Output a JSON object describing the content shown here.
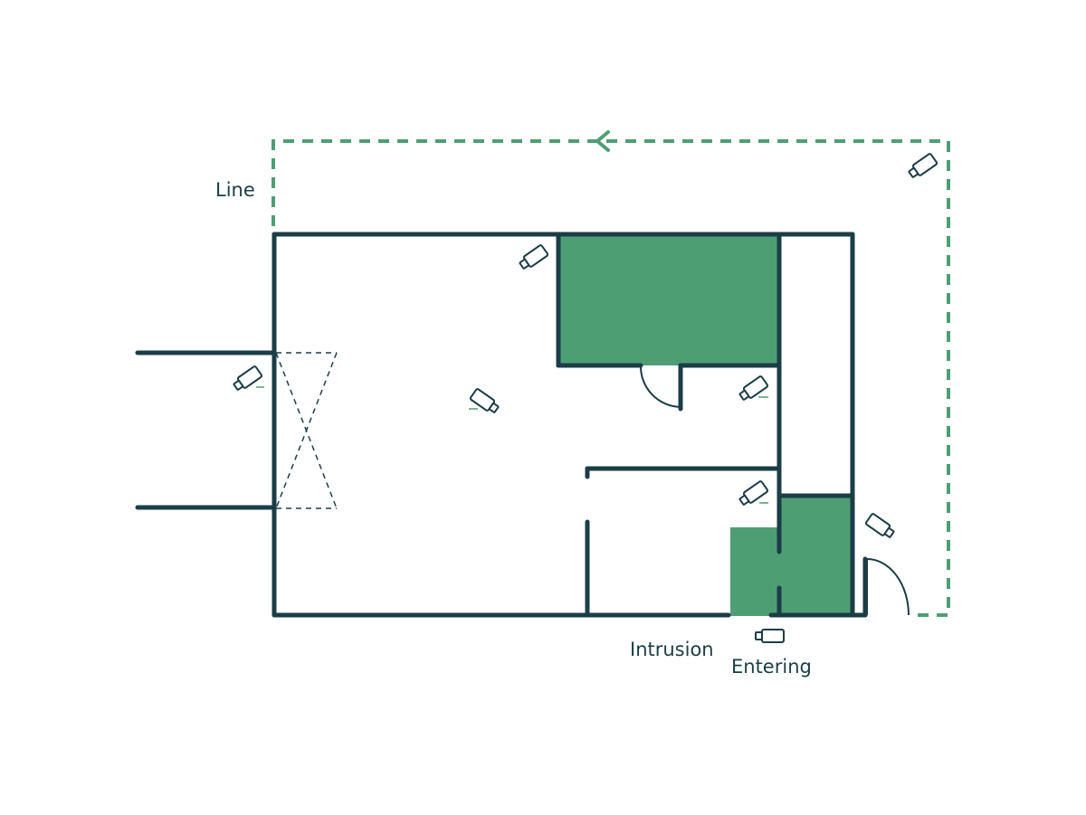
{
  "labels": {
    "line": "Line",
    "intrusion": "Intrusion",
    "entering": "Entering"
  },
  "colors": {
    "wall": "#1b3d47",
    "zone_green": "#4e9e74",
    "dashed_line": "#4e9e74",
    "background": "#ffffff",
    "camera_stroke": "#1b3d47"
  },
  "icons": {
    "camera": "security-camera-icon",
    "direction": "arrow-left-icon",
    "door": "door-swing-icon"
  }
}
